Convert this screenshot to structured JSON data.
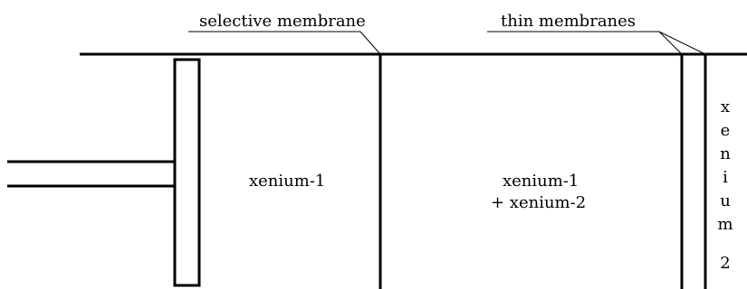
{
  "labels": {
    "selective_membrane": "selective membrane",
    "thin_membranes": "thin membranes",
    "chamber_left": "xenium-1",
    "chamber_middle_line1": "xenium-1",
    "chamber_middle_line2": "+ xenium-2",
    "chamber_right_letters": [
      "x",
      "e",
      "n",
      "i",
      "u",
      "m",
      "2"
    ]
  }
}
